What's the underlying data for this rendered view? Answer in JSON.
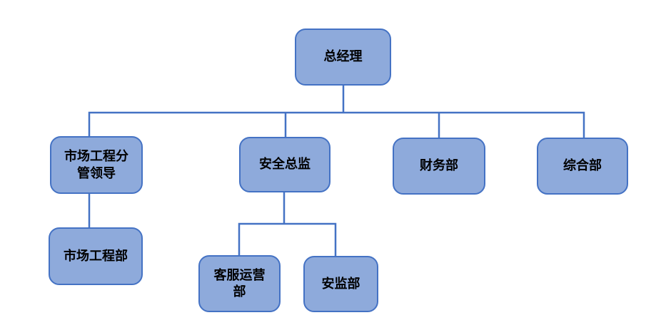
{
  "diagram": {
    "type": "org-chart",
    "nodes": [
      {
        "id": "general-manager",
        "label": "总经理"
      },
      {
        "id": "market-eng-lead",
        "label": "市场工程分管领导"
      },
      {
        "id": "safety-director",
        "label": "安全总监"
      },
      {
        "id": "finance-dept",
        "label": "财务部"
      },
      {
        "id": "general-dept",
        "label": "综合部"
      },
      {
        "id": "market-eng-dept",
        "label": "市场工程部"
      },
      {
        "id": "customer-service-ops-dept",
        "label": "客服运营部"
      },
      {
        "id": "safety-supervision-dept",
        "label": "安监部"
      }
    ],
    "edges": [
      {
        "from": "总经理",
        "to": "市场工程分管领导"
      },
      {
        "from": "总经理",
        "to": "安全总监"
      },
      {
        "from": "总经理",
        "to": "财务部"
      },
      {
        "from": "总经理",
        "to": "综合部"
      },
      {
        "from": "市场工程分管领导",
        "to": "市场工程部"
      },
      {
        "from": "安全总监",
        "to": "客服运营部"
      },
      {
        "from": "安全总监",
        "to": "安监部"
      }
    ],
    "colors": {
      "node_fill": "#8eaadb",
      "node_border": "#4472c4",
      "connector": "#4472c4",
      "text": "#000000",
      "background": "#ffffff"
    }
  }
}
